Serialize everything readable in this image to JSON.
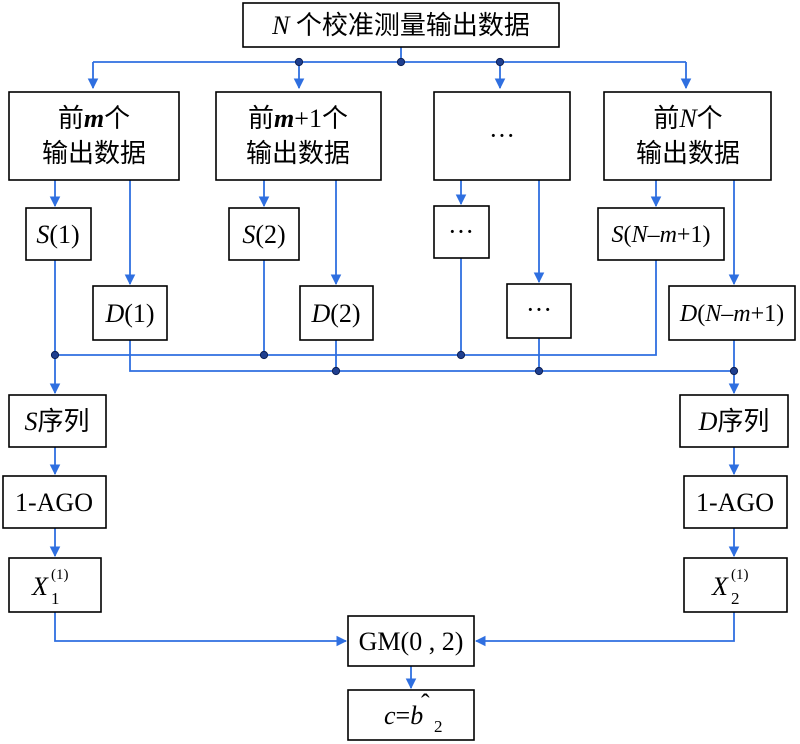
{
  "nodes": {
    "top": {
      "var": "N",
      "text": " 个校准测量输出数据"
    },
    "win1": {
      "pre": "前",
      "var": "m",
      "post": "个",
      "line2": "输出数据"
    },
    "win2": {
      "pre": "前",
      "var": "m",
      "post": "+1个",
      "line2": "输出数据"
    },
    "win3": {
      "text": "···"
    },
    "winN": {
      "pre": "前",
      "var": "N",
      "post": "个",
      "line2": "输出数据"
    },
    "s1": {
      "var": "S",
      "arg": "(1)"
    },
    "s2": {
      "var": "S",
      "arg": "(2)"
    },
    "s3": {
      "text": "···"
    },
    "sN": {
      "var": "S",
      "p1": "(",
      "v2": "N",
      "p2": "–",
      "v3": "m",
      "p3": "+1)"
    },
    "d1": {
      "var": "D",
      "arg": "(1)"
    },
    "d2": {
      "var": "D",
      "arg": "(2)"
    },
    "d3": {
      "text": "···"
    },
    "dN": {
      "var": "D",
      "p1": "(",
      "v2": "N",
      "p2": "–",
      "v3": "m",
      "p3": "+1)"
    },
    "sseq": {
      "var": "S",
      "text": "序列"
    },
    "dseq": {
      "var": "D",
      "text": "序列"
    },
    "ago_left": {
      "text": "1-AGO"
    },
    "ago_right": {
      "text": "1-AGO"
    },
    "x1": {
      "var": "X",
      "sub": "1",
      "sup": "(1)"
    },
    "x2": {
      "var": "X",
      "sub": "2",
      "sup": "(1)"
    },
    "gm": {
      "text": "GM(0 , 2)"
    },
    "out": {
      "var": "c",
      "eq": "=",
      "var2": "b",
      "sub": "2"
    }
  },
  "colors": {
    "arrow": "#2f6fe0",
    "junction": "#1f3f8f",
    "box_border": "#000000"
  }
}
